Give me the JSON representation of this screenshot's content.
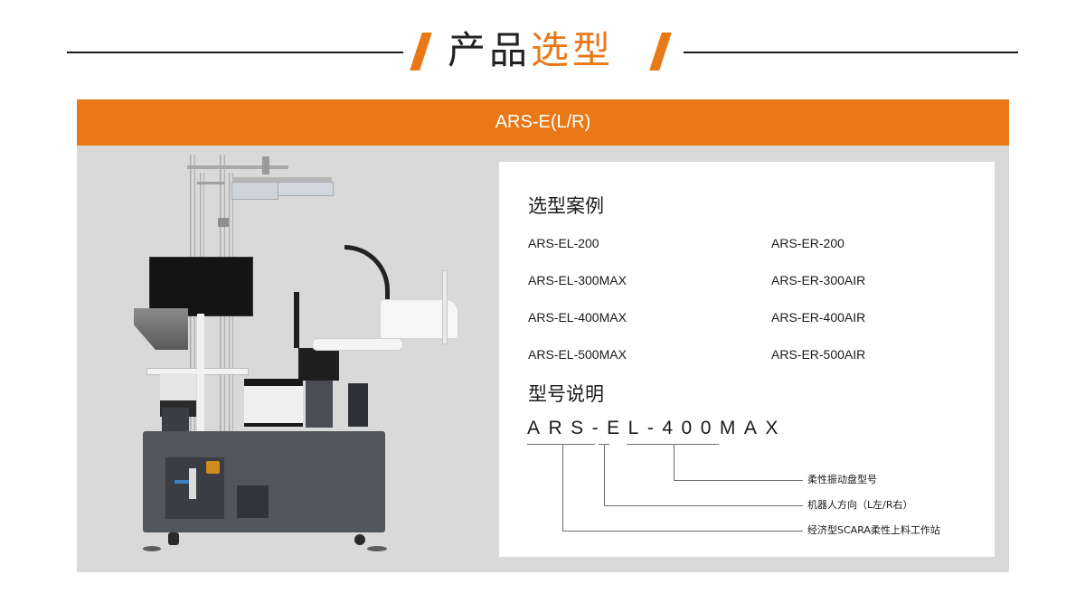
{
  "header": {
    "title_part1": "产品",
    "title_part2": "选型",
    "accent_color": "#e97917"
  },
  "banner": {
    "title": "ARS-E(L/R)",
    "color": "#e97917"
  },
  "product_image": {
    "alt": "ARS-E(L/R) economical SCARA flexible feeding workstation"
  },
  "selection_cases": {
    "title": "选型案例",
    "left": [
      "ARS-EL-200",
      "ARS-EL-300MAX",
      "ARS-EL-400MAX",
      "ARS-EL-500MAX"
    ],
    "right": [
      "ARS-ER-200",
      "ARS-ER-300AIR",
      "ARS-ER-400AIR",
      "ARS-ER-500AIR"
    ]
  },
  "model_explanation": {
    "title": "型号说明",
    "example_code": "ARS-EL-400MAX",
    "labels": [
      "柔性振动盘型号",
      "机器人方向（L左/R右）",
      "经济型SCARA柔性上料工作站"
    ]
  }
}
